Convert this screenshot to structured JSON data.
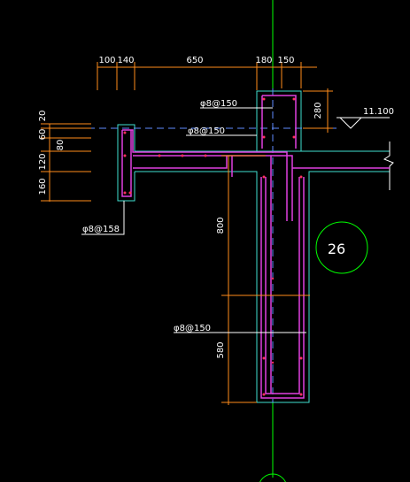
{
  "drawing": {
    "colors": {
      "background": "#000000",
      "dimension": "#ff8c1a",
      "concrete_outline": "#40e0d0",
      "rebar": "#e040e0",
      "axis": "#00ff00",
      "hidden_line": "#5f8cff",
      "leader": "#ffffff",
      "rebar_dot": "#ff3060"
    },
    "top_dimensions": [
      "100",
      "140",
      "650",
      "180",
      "150"
    ],
    "left_dimensions": [
      "20",
      "60",
      "80",
      "120",
      "160"
    ],
    "height_dimensions": [
      "280",
      "800",
      "580"
    ],
    "rebar_tags": [
      "φ8@150",
      "φ8@150",
      "φ8@158",
      "φ8@150"
    ],
    "elevation": "11.100",
    "axis_label": "26"
  }
}
